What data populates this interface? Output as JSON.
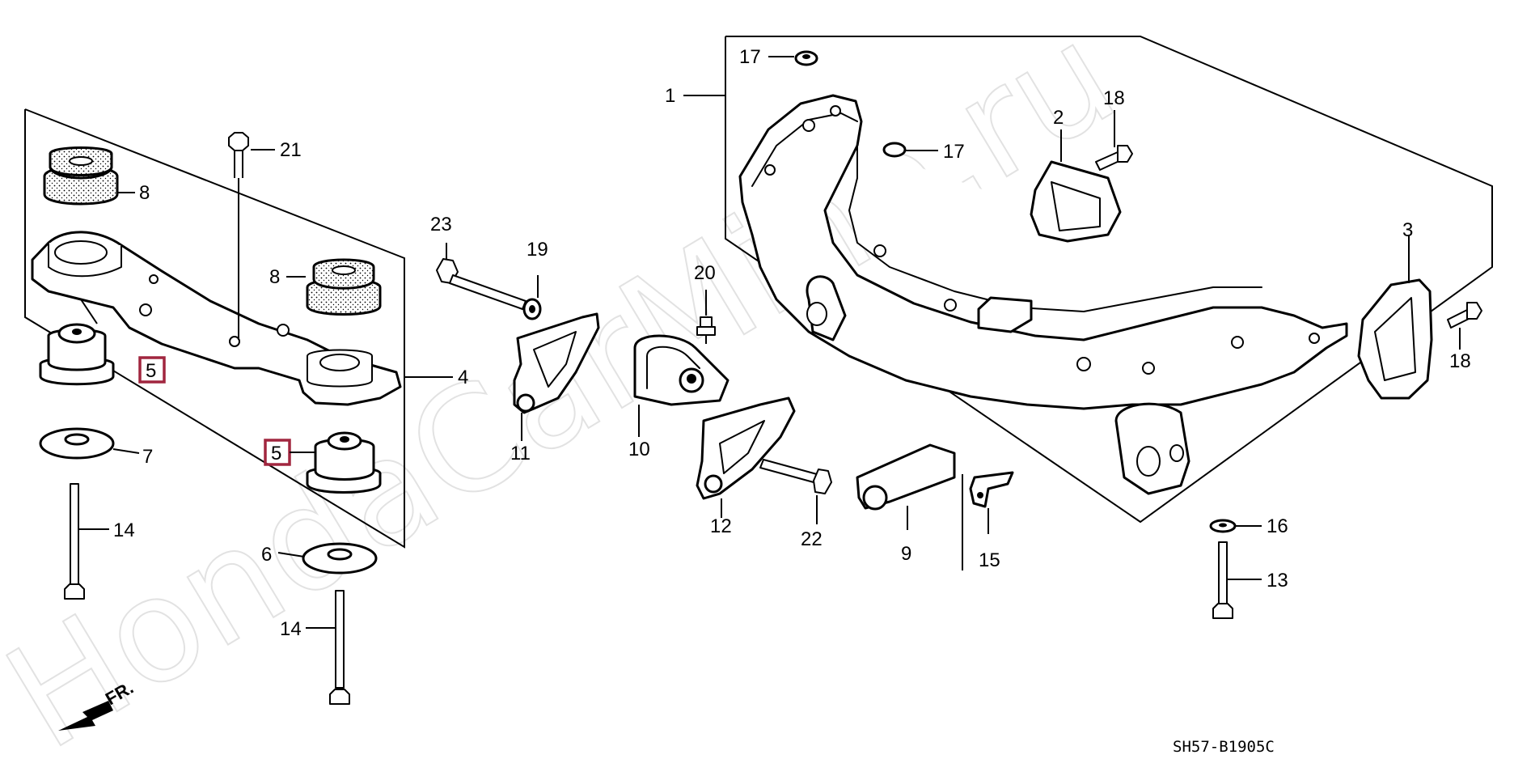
{
  "diagram": {
    "watermark": "HondaCarMine.ru",
    "code": "SH57-B1905C",
    "direction_label": "FR.",
    "colors": {
      "line": "#000000",
      "background": "#ffffff",
      "highlight_box": "#a1263f",
      "watermark": "#d6d6d6"
    },
    "callouts": {
      "c1": "1",
      "c2": "2",
      "c3": "3",
      "c4": "4",
      "c5a": "5",
      "c5b": "5",
      "c6": "6",
      "c7": "7",
      "c8a": "8",
      "c8b": "8",
      "c9": "9",
      "c10": "10",
      "c11": "11",
      "c12": "12",
      "c13": "13",
      "c14a": "14",
      "c14b": "14",
      "c15": "15",
      "c16": "16",
      "c17a": "17",
      "c17b": "17",
      "c18a": "18",
      "c18b": "18",
      "c19": "19",
      "c20": "20",
      "c21": "21",
      "c22": "22",
      "c23": "23"
    }
  }
}
